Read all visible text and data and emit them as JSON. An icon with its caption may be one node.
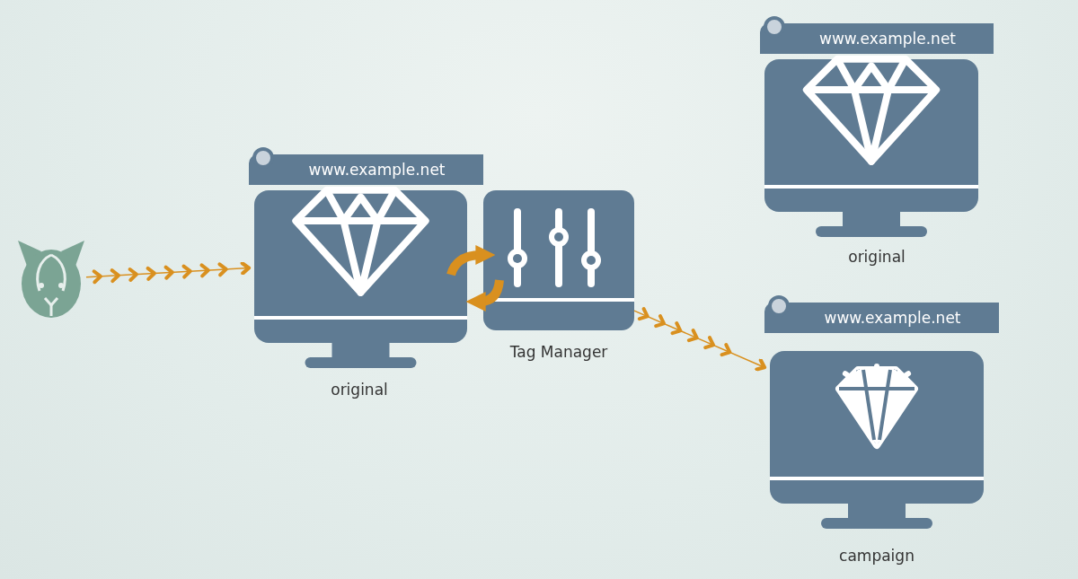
{
  "diagram": {
    "nodes": [
      {
        "text": [],
        "shape": "picture"
      },
      {
        "text": [
          "www.example.net"
        ],
        "beside": [
          "original"
        ]
      },
      {
        "text": [
          "Tag Manager"
        ]
      },
      {
        "text": [
          "www.example.net"
        ],
        "beside": [
          "original"
        ]
      },
      {
        "text": [
          "www.example.net"
        ],
        "beside": [
          "campaign"
        ]
      }
    ],
    "edges": [
      {
        "from": 0,
        "to": 1,
        "arrow": "to"
      },
      {
        "from": 1,
        "to": 2,
        "arrow": "to",
        "style": "thick"
      },
      {
        "from": 2,
        "to": 1,
        "arrow": "to",
        "style": "thick"
      },
      {
        "from": 2,
        "to": 4,
        "arrow": "to"
      }
    ]
  }
}
